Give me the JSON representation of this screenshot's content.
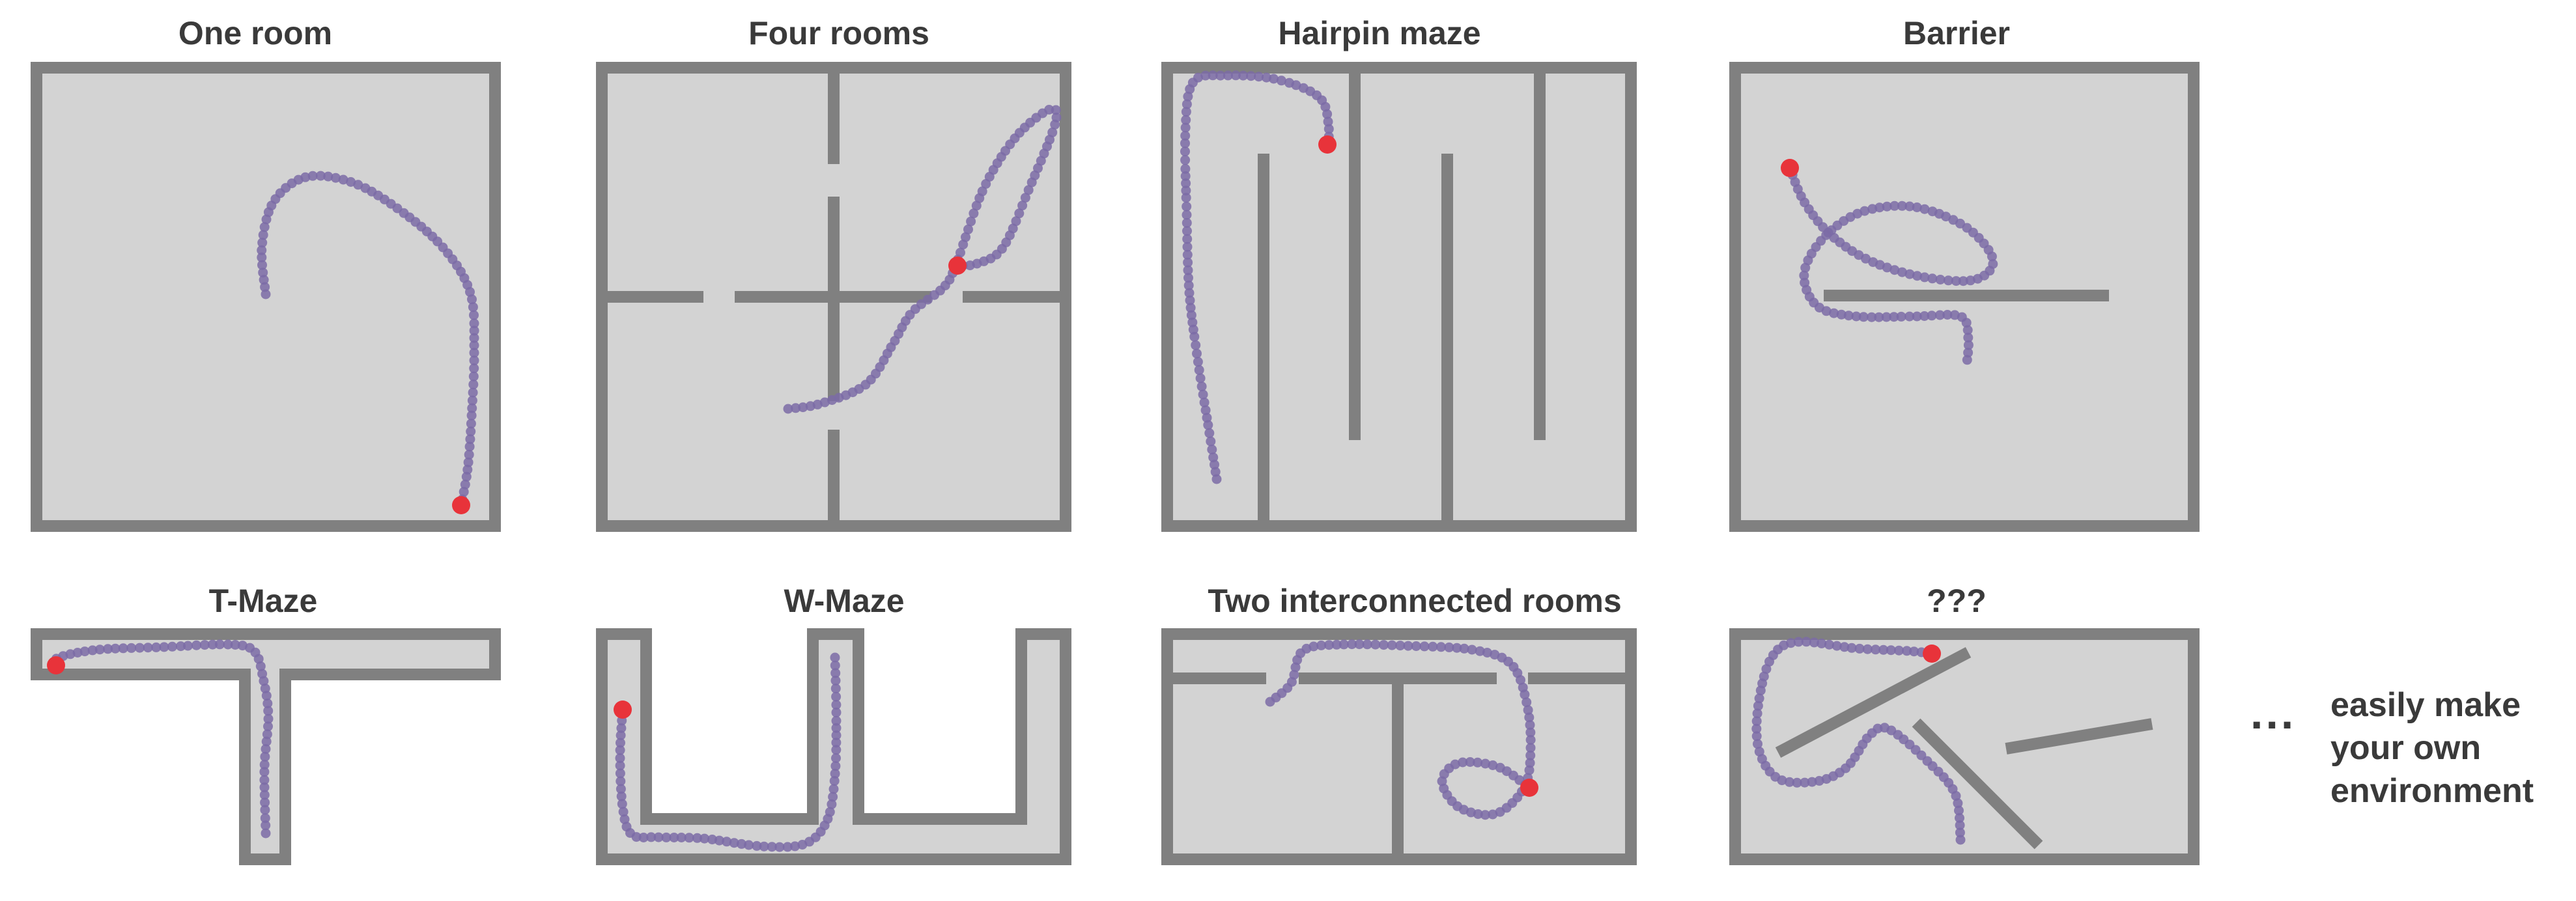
{
  "colors": {
    "wall": "#808080",
    "floor": "#d3d3d3",
    "trajectory": "#7b6ba6",
    "agent": "#e8333a",
    "text": "#3a3a3a"
  },
  "panels": [
    {
      "id": "one-room",
      "title": "One room"
    },
    {
      "id": "four-rooms",
      "title": "Four rooms"
    },
    {
      "id": "hairpin-maze",
      "title": "Hairpin maze"
    },
    {
      "id": "barrier",
      "title": "Barrier"
    },
    {
      "id": "t-maze",
      "title": "T-Maze"
    },
    {
      "id": "w-maze",
      "title": "W-Maze"
    },
    {
      "id": "two-interconnected-rooms",
      "title": "Two interconnected rooms"
    },
    {
      "id": "custom",
      "title": "???"
    }
  ],
  "side_note": {
    "ellipsis": "...",
    "lines": [
      "easily make",
      "your own",
      "environment"
    ]
  }
}
